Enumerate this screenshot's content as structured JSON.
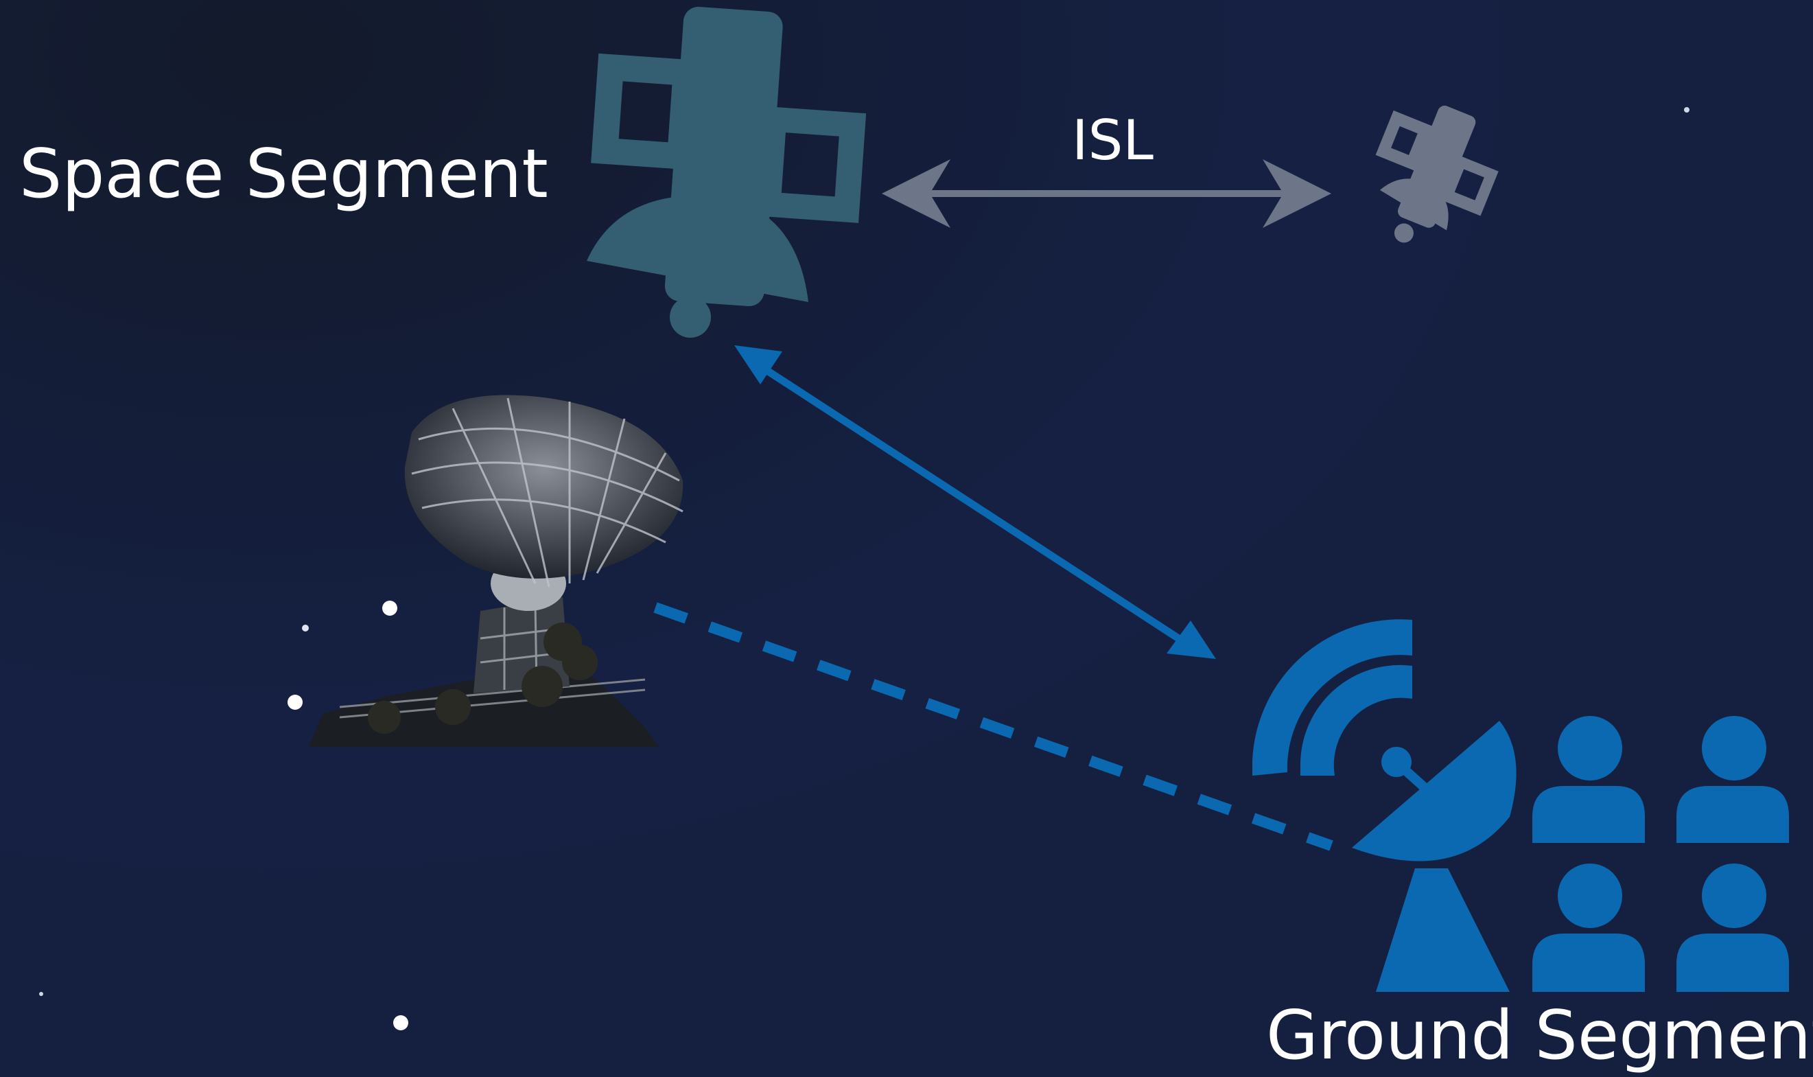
{
  "labels": {
    "space_segment": "Space Segment",
    "ground_segment": "Ground Segment",
    "isl": "ISL"
  },
  "colors": {
    "background": "#16203f",
    "primary_satellite": "#345f73",
    "secondary_satellite": "#6d7589",
    "isl_link": "#6d7589",
    "ground_link": "#0a69b0",
    "ground_icons": "#0a69b0",
    "text": "#ffffff"
  },
  "icons": {
    "primary_satellite": "satellite-icon",
    "secondary_satellite": "satellite-icon",
    "ground_station": "satellite-dish-icon",
    "operators": "users-icon",
    "antenna_photo": "radio-telescope-photo"
  }
}
